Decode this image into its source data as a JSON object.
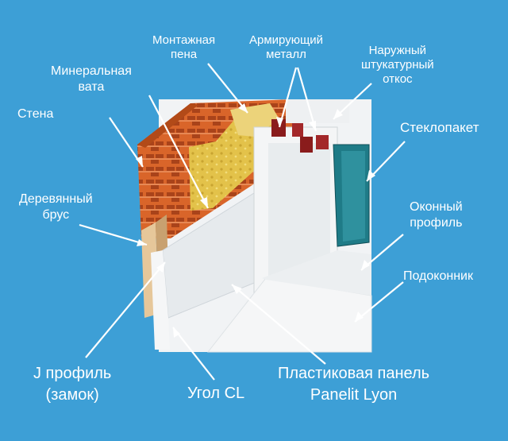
{
  "labels": {
    "montazhnaya_pena": [
      "Монтажная",
      "пена"
    ],
    "armiruyushchiy_metall": [
      "Армирующий",
      "металл"
    ],
    "naruzhny_otkos": [
      "Наружный",
      "штукатурный",
      "откос"
    ],
    "mineralnaya_vata": [
      "Минеральная",
      "вата"
    ],
    "stena": "Стена",
    "steklopaket": "Стеклопакет",
    "derevyanny_brus": [
      "Деревянный",
      "брус"
    ],
    "okonny_profil": [
      "Оконный",
      "профиль"
    ],
    "podokonnik": "Подоконник",
    "j_profil": [
      "J профиль",
      "(замок)"
    ],
    "ugol_cl": "Угол CL",
    "plastikovaya_panel": [
      "Пластиковая панель",
      "Panelit Lyon"
    ]
  },
  "colors": {
    "background": "#3d9fd6",
    "brick": "#d9652a",
    "brick_dark": "#9c3a12",
    "insulation": "#e3c24a",
    "panel": "#eef1f3",
    "frame": "#f4f5f6",
    "reinforcement": "#8a1c1c",
    "glass": "#1f7b87",
    "arrow": "#ffffff"
  }
}
